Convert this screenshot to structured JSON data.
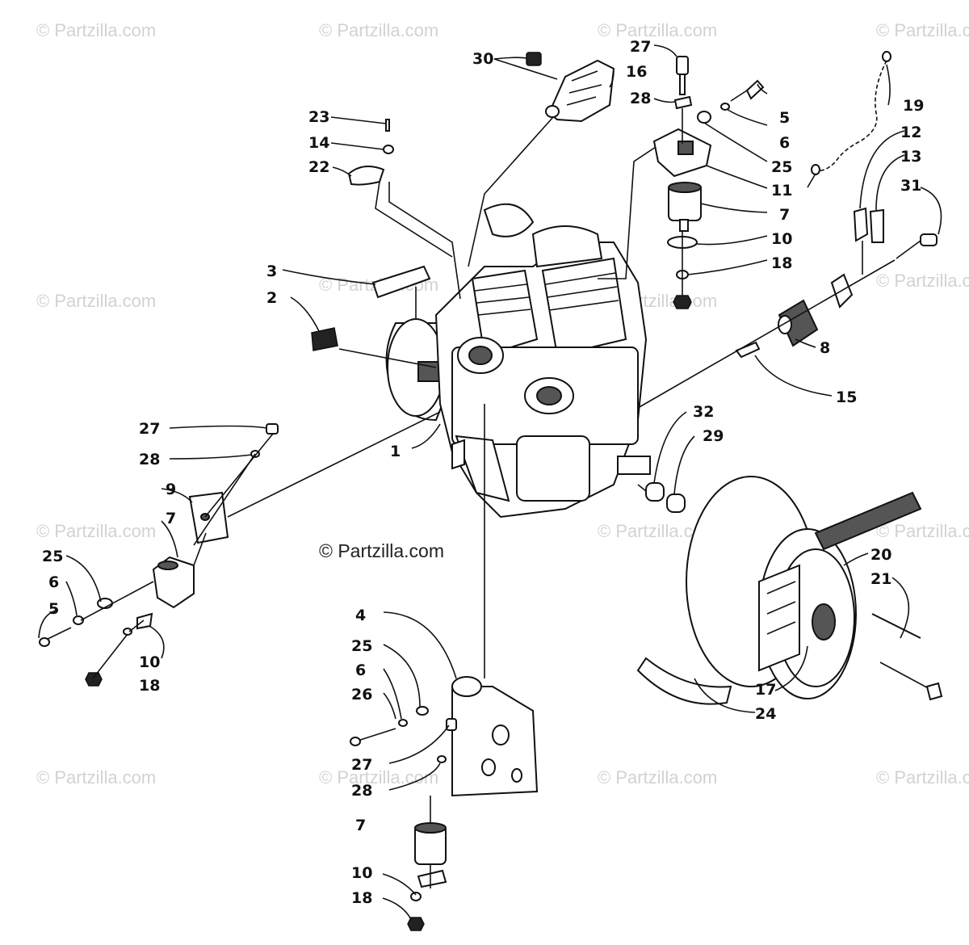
{
  "watermark": "© Partzilla.com",
  "copyright": "© Partzilla.com",
  "callouts": [
    "1",
    "2",
    "3",
    "4",
    "5",
    "6",
    "7",
    "8",
    "9",
    "10",
    "11",
    "12",
    "13",
    "14",
    "15",
    "16",
    "17",
    "18",
    "19",
    "20",
    "21",
    "22",
    "23",
    "24",
    "25",
    "26",
    "27",
    "28",
    "29",
    "30",
    "31",
    "32"
  ]
}
